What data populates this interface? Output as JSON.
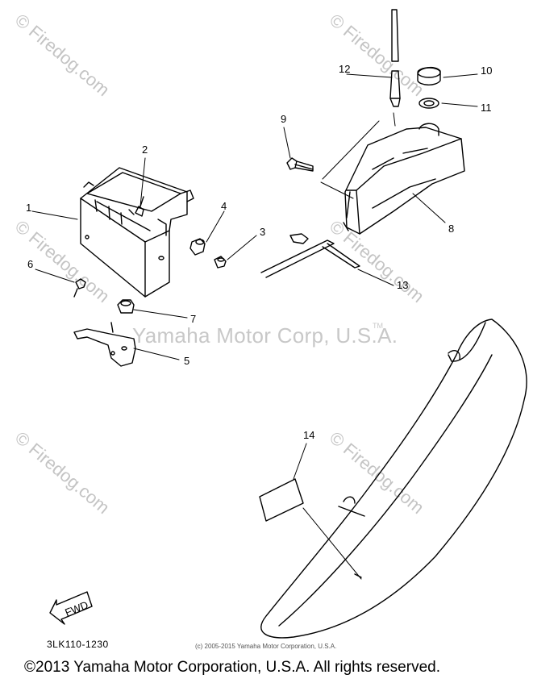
{
  "watermark_text": "Firedog.com",
  "brand_watermark": "Yamaha Motor Corp, U.S.A.",
  "trademark": "TM",
  "callouts": [
    "1",
    "2",
    "3",
    "4",
    "5",
    "6",
    "7",
    "8",
    "9",
    "10",
    "11",
    "12",
    "13",
    "14"
  ],
  "fwd_label": "FWD",
  "diagram_code": "3LK110-1230",
  "small_copyright": "(c) 2005-2015 Yamaha Motor Corporation, U.S.A.",
  "footer_copyright": "©2013 Yamaha Motor Corporation, U.S.A. All rights reserved.",
  "colors": {
    "line": "#000000",
    "watermark": "#c4c4c4",
    "background": "#ffffff"
  }
}
